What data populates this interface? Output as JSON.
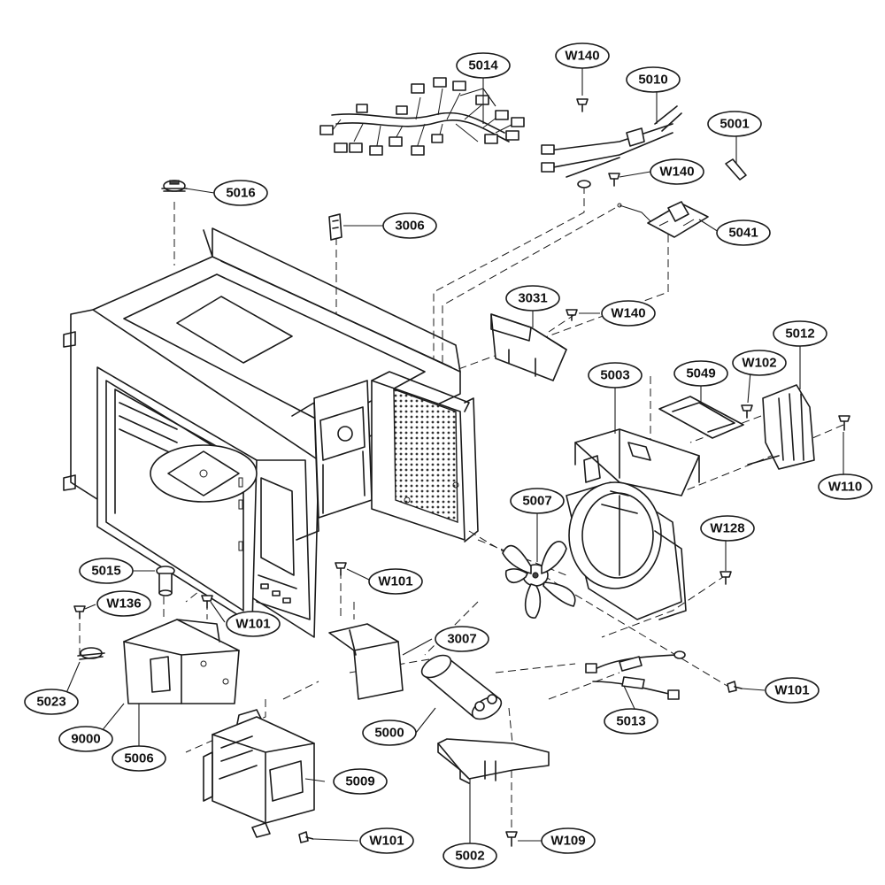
{
  "diagram": {
    "labels": [
      {
        "id": "5014",
        "text": "5014"
      },
      {
        "id": "W140a",
        "text": "W140"
      },
      {
        "id": "5010",
        "text": "5010"
      },
      {
        "id": "5001",
        "text": "5001"
      },
      {
        "id": "W140b",
        "text": "W140"
      },
      {
        "id": "5016",
        "text": "5016"
      },
      {
        "id": "3006",
        "text": "3006"
      },
      {
        "id": "5041",
        "text": "5041"
      },
      {
        "id": "3031",
        "text": "3031"
      },
      {
        "id": "W140c",
        "text": "W140"
      },
      {
        "id": "5012",
        "text": "5012"
      },
      {
        "id": "5049",
        "text": "5049"
      },
      {
        "id": "W102",
        "text": "W102"
      },
      {
        "id": "5003",
        "text": "5003"
      },
      {
        "id": "W110",
        "text": "W110"
      },
      {
        "id": "5007",
        "text": "5007"
      },
      {
        "id": "W128",
        "text": "W128"
      },
      {
        "id": "5015",
        "text": "5015"
      },
      {
        "id": "W101a",
        "text": "W101"
      },
      {
        "id": "W136",
        "text": "W136"
      },
      {
        "id": "W101b",
        "text": "W101"
      },
      {
        "id": "3007",
        "text": "3007"
      },
      {
        "id": "W101c",
        "text": "W101"
      },
      {
        "id": "5023",
        "text": "5023"
      },
      {
        "id": "5013",
        "text": "5013"
      },
      {
        "id": "9000",
        "text": "9000"
      },
      {
        "id": "5000",
        "text": "5000"
      },
      {
        "id": "5006",
        "text": "5006"
      },
      {
        "id": "5009",
        "text": "5009"
      },
      {
        "id": "W101d",
        "text": "W101"
      },
      {
        "id": "W109",
        "text": "W109"
      },
      {
        "id": "5002",
        "text": "5002"
      }
    ]
  }
}
